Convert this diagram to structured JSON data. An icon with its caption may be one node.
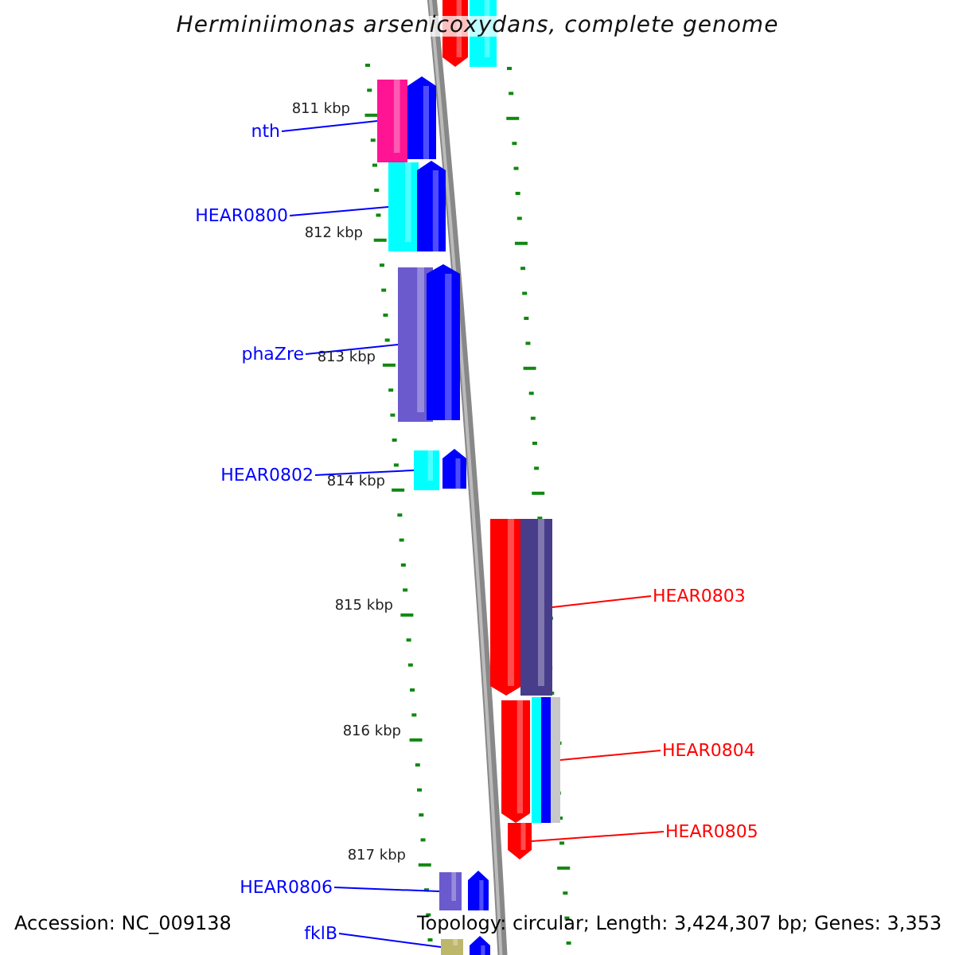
{
  "diagram": {
    "title": "Herminiimonas arsenicoxydans, complete genome",
    "nodes": [
      {
        "text": [],
        "shape": "bar"
      },
      {
        "text": [],
        "shape": "bar"
      },
      {
        "text": [],
        "shape": "bar"
      },
      {
        "text": [],
        "shape": "bar"
      },
      {
        "text": [],
        "shape": "bar"
      },
      {
        "text": [],
        "shape": "bar"
      },
      {
        "text": [],
        "shape": "bar"
      },
      {
        "text": [],
        "shape": "bar"
      },
      {
        "text": [],
        "shape": "bar"
      },
      {
        "text": [],
        "shape": "bar"
      },
      {
        "text": [],
        "shape": "bar"
      },
      {
        "text": [],
        "shape": "bar"
      },
      {
        "text": [],
        "shape": "bar"
      },
      {
        "text": [],
        "shape": "bar"
      },
      {
        "text": [],
        "shape": "bar"
      },
      {
        "text": [],
        "shape": "bar"
      },
      {
        "text": [],
        "shape": "bar"
      },
      {
        "text": [],
        "shape": "bar"
      },
      {
        "text": [],
        "shape": "bar"
      },
      {
        "text": [
          "nth"
        ]
      },
      {
        "text": [
          "HEAR0800"
        ]
      },
      {
        "text": [
          "phaZre"
        ]
      },
      {
        "text": [
          "HEAR0802"
        ]
      },
      {
        "text": [
          "HEAR0803"
        ]
      },
      {
        "text": [
          "HEAR0804"
        ]
      },
      {
        "text": [
          "HEAR0805"
        ]
      },
      {
        "text": [
          "HEAR0806"
        ]
      },
      {
        "text": [
          "fklB"
        ]
      }
    ],
    "edges": [
      {
        "from": 19,
        "to": 2,
        "arrow": "none"
      },
      {
        "from": 20,
        "to": 4,
        "arrow": "none"
      },
      {
        "from": 21,
        "to": 6,
        "arrow": "none"
      },
      {
        "from": 22,
        "to": 8,
        "arrow": "none"
      },
      {
        "from": 23,
        "to": 11,
        "arrow": "none",
        "color": "#ff0000"
      },
      {
        "from": 24,
        "to": 13,
        "arrow": "none",
        "color": "#ff0000"
      },
      {
        "from": 25,
        "to": 14,
        "arrow": "none",
        "color": "#ff0000"
      },
      {
        "from": 26,
        "to": 15,
        "arrow": "none"
      },
      {
        "from": 27,
        "to": 17,
        "arrow": "none"
      }
    ],
    "labels": [
      "811 kbp",
      "812 kbp",
      "813 kbp",
      "814 kbp",
      "815 kbp",
      "816 kbp",
      "817 kbp",
      "Accession: NC_009138",
      "Topology: circular; Length: 3,424,307 bp; Genes: 3,353"
    ]
  }
}
